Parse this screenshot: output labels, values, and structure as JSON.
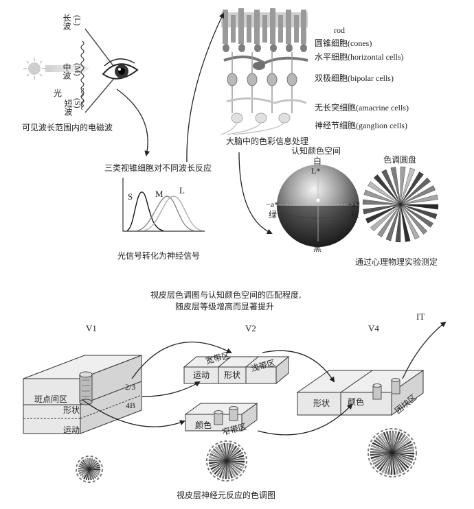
{
  "top_left": {
    "long_wave": "长波",
    "long_code": "(L)",
    "mid_wave": "中波",
    "mid_code": "(M)",
    "short_wave": "短波",
    "short_code": "(S)",
    "light": "光",
    "caption": "可见波长范围内的电磁波"
  },
  "response": {
    "caption": "三类视锥细胞对不同波长反应",
    "curve_s": "S",
    "curve_m": "M",
    "curve_l": "L",
    "signal_caption": "光信号转化为神经信号"
  },
  "retina": {
    "rod": "rod",
    "cones": "圆锥细胞(cones)",
    "horizontal": "水平细胞(horizontal cells)",
    "bipolar": "双极细胞(bipolar cells)",
    "amacrine": "无长突细胞(amacrine cells)",
    "ganglion": "神经节细胞(ganglion cells)",
    "caption": "大脑中的色彩信息处理"
  },
  "color_space": {
    "title": "认知颜色空间",
    "white": "白",
    "l_star": "L*",
    "minus_a": "−a*",
    "green": "绿",
    "plus_a": "+a*",
    "red": "红",
    "black": "黑"
  },
  "hue_disc": {
    "title": "色调圆盘",
    "caption": "通过心理物理实验测定"
  },
  "middle_caption": {
    "line1": "视皮层色调图与认知颜色空间的匹配程度,",
    "line2": "随皮层等级增高而显著提升"
  },
  "cortex": {
    "v1": "V1",
    "v2": "V2",
    "v4": "V4",
    "it": "IT",
    "blob": "斑点间区",
    "shape_v1": "形状",
    "motion_v1": "运动",
    "layer_23": "2/3",
    "layer_4b": "4B",
    "thick": "宽带区",
    "motion_v2": "运动",
    "shape_v2": "形状",
    "pale": "浅带区",
    "color_v2": "颜色",
    "thin": "窄带区",
    "shape_v4": "形状",
    "color_v4": "颜色",
    "glob": "团块区"
  },
  "bottom_caption": "视皮层神经元反应的色调图",
  "colors": {
    "line": "#333333",
    "box_fill": "#eeeeee",
    "box_side": "#d4d4d4",
    "ray": "#666666"
  }
}
